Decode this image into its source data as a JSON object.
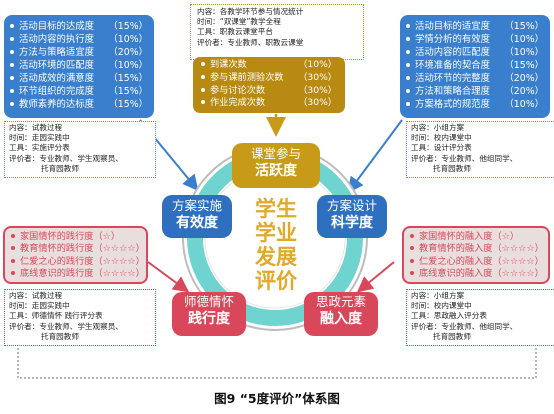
{
  "caption": "图9 “5度评价”体系图",
  "center": {
    "lines": [
      "学生",
      "学业",
      "发展",
      "评价"
    ]
  },
  "nodes": {
    "top": {
      "line1": "课堂参与",
      "line2": "活跃度",
      "color": "#c79a17"
    },
    "upper_left": {
      "line1": "方案实施",
      "line2": "有效度",
      "color": "#2f6fbf"
    },
    "upper_right": {
      "line1": "方案设计",
      "line2": "科学度",
      "color": "#2f6fbf"
    },
    "lower_left": {
      "line1": "师德情怀",
      "line2": "践行度",
      "color": "#d9475a"
    },
    "lower_right": {
      "line1": "思政元素",
      "line2": "融入度",
      "color": "#d9475a"
    }
  },
  "panels": {
    "top": {
      "info": [
        "内容：各教学环节参与情况统计",
        "时间：“双课堂”教学全程",
        "工具：职教云课堂平台",
        "评价者：专业教师、职教云课堂"
      ],
      "items": [
        {
          "label": "到课次数",
          "value": "（10%）"
        },
        {
          "label": "参与课前测验次数",
          "value": "（30%）"
        },
        {
          "label": "参与讨论次数",
          "value": "（30%）"
        },
        {
          "label": "作业完成次数",
          "value": "（30%）"
        }
      ]
    },
    "upper_left": {
      "items": [
        {
          "label": "活动目标的达成度",
          "value": "（15%）"
        },
        {
          "label": "活动内容的执行度",
          "value": "（10%）"
        },
        {
          "label": "方法与策略适宜度",
          "value": "（20%）"
        },
        {
          "label": "活动环境的匹配度",
          "value": "（10%）"
        },
        {
          "label": "活动成效的满意度",
          "value": "（15%）"
        },
        {
          "label": "环节组织的完成度",
          "value": "（15%）"
        },
        {
          "label": "教师素养的达标度",
          "value": "（15%）"
        }
      ],
      "info": [
        "内容：试教过程",
        "时间：走园实践中",
        "工具：实施评分表",
        "评价者：专业教师、学生观察员、",
        "托育园教师"
      ]
    },
    "upper_right": {
      "items": [
        {
          "label": "活动目标的适宜度",
          "value": "（15%）"
        },
        {
          "label": "学情分析的有效度",
          "value": "（10%）"
        },
        {
          "label": "活动内容的匹配度",
          "value": "（10%）"
        },
        {
          "label": "环境准备的契合度",
          "value": "（15%）"
        },
        {
          "label": "活动环节的完整度",
          "value": "（20%）"
        },
        {
          "label": "方法和策略合理度",
          "value": "（20%）"
        },
        {
          "label": "方案格式的规范度",
          "value": "（10%）"
        }
      ],
      "info": [
        "内容：小组方案",
        "时间：校内课堂中",
        "工具：设计评分表",
        "评价者：专业教师、他组同学、",
        "托育园教师"
      ]
    },
    "lower_left": {
      "items": [
        {
          "label": "家国情怀的践行度",
          "value": "（☆）"
        },
        {
          "label": "教育情怀的践行度",
          "value": "（☆☆☆☆）"
        },
        {
          "label": "仁爱之心的践行度",
          "value": "（☆☆☆☆）"
        },
        {
          "label": "底线意识的践行度",
          "value": "（☆☆☆☆）"
        }
      ],
      "info": [
        "内容：试教过程",
        "时间：走园实践中",
        "工具：师德情怀 践行评分表",
        "评价者：专业教师、学生观察员、",
        "托育园教师"
      ]
    },
    "lower_right": {
      "items": [
        {
          "label": "家国情怀的融入度",
          "value": "（☆）"
        },
        {
          "label": "教育情怀的融入度",
          "value": "（☆☆☆☆）"
        },
        {
          "label": "仁爱之心的融入度",
          "value": "（☆☆☆☆）"
        },
        {
          "label": "底线意识的融入度",
          "value": "（☆☆☆☆）"
        }
      ],
      "info": [
        "内容：小组方案",
        "时间：校内课堂中",
        "工具：思政融入评分表",
        "评价者：专业教师、他组同学、",
        "托育园教师"
      ]
    }
  },
  "colors": {
    "blue": "#3a7fcd",
    "red": "#d9475a",
    "gold": "#c79a17",
    "teal": "#6fd3d0",
    "center_text": "#e0a92a",
    "ring_gray": "#bdbdbd"
  }
}
